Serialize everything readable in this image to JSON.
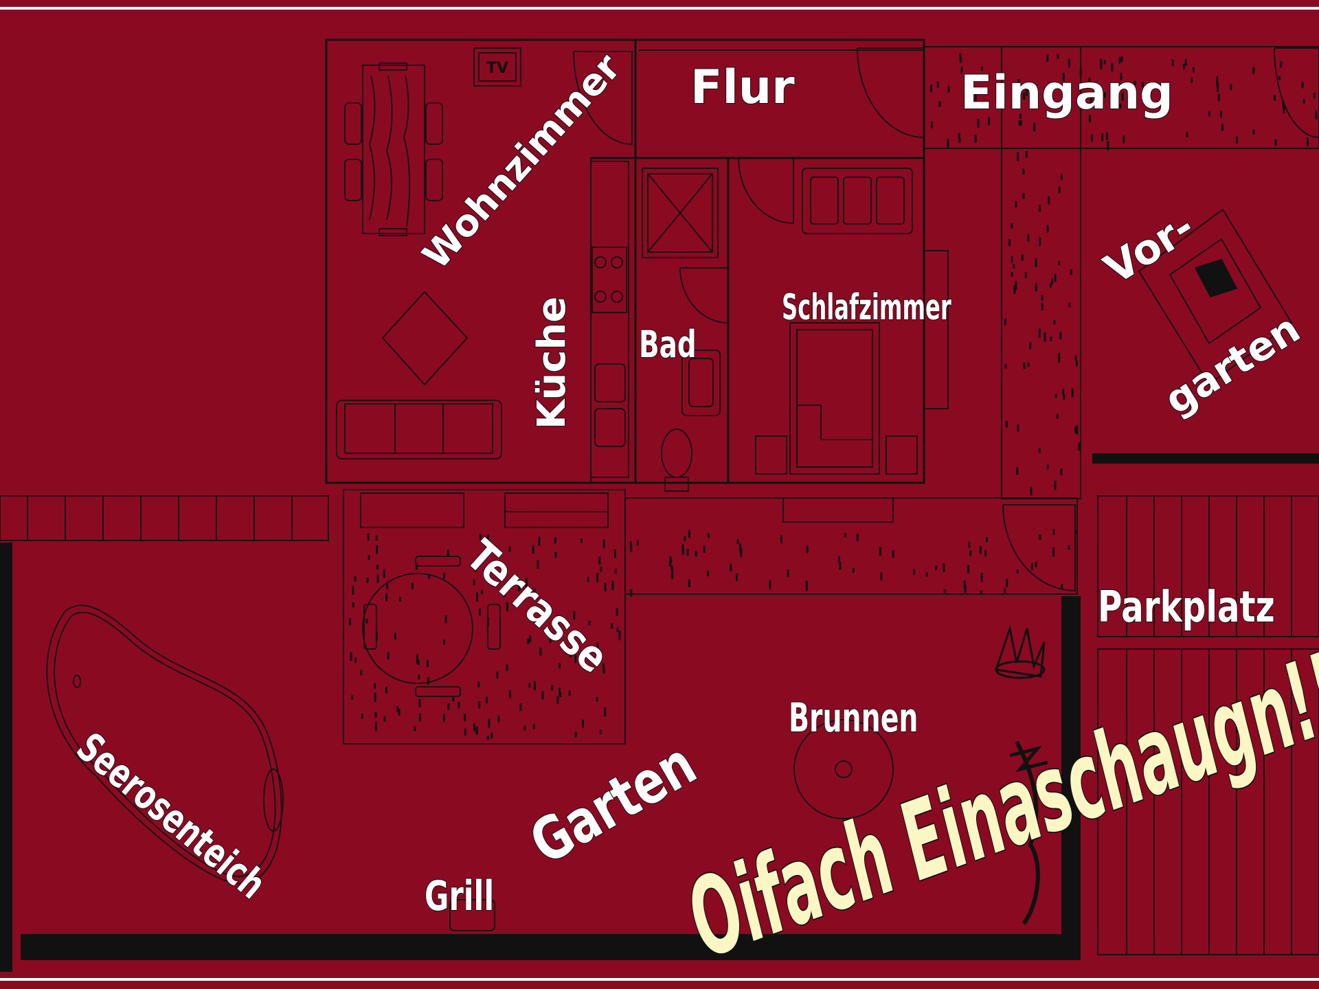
{
  "rooms": {
    "wohnzimmer": "Wohnzimmer",
    "flur": "Flur",
    "eingang": "Eingang",
    "kueche": "Küche",
    "bad": "Bad",
    "schlafzimmer": "Schlafzimmer",
    "vorgarten_line1": "Vor-",
    "vorgarten_line2": "garten",
    "terrasse": "Terrasse",
    "parkplatz": "Parkplatz",
    "brunnen": "Brunnen",
    "seerosenteich": "Seerosenteich",
    "garten": "Garten",
    "grill": "Grill"
  },
  "fixtures": {
    "tv": "TV"
  },
  "slogan": "Oifach Einaschaugn!!!!",
  "colors": {
    "background": "#8a0a22",
    "lines": "#111111",
    "label_fill": "#ffffff",
    "slogan_fill": "#fbf7c4"
  }
}
